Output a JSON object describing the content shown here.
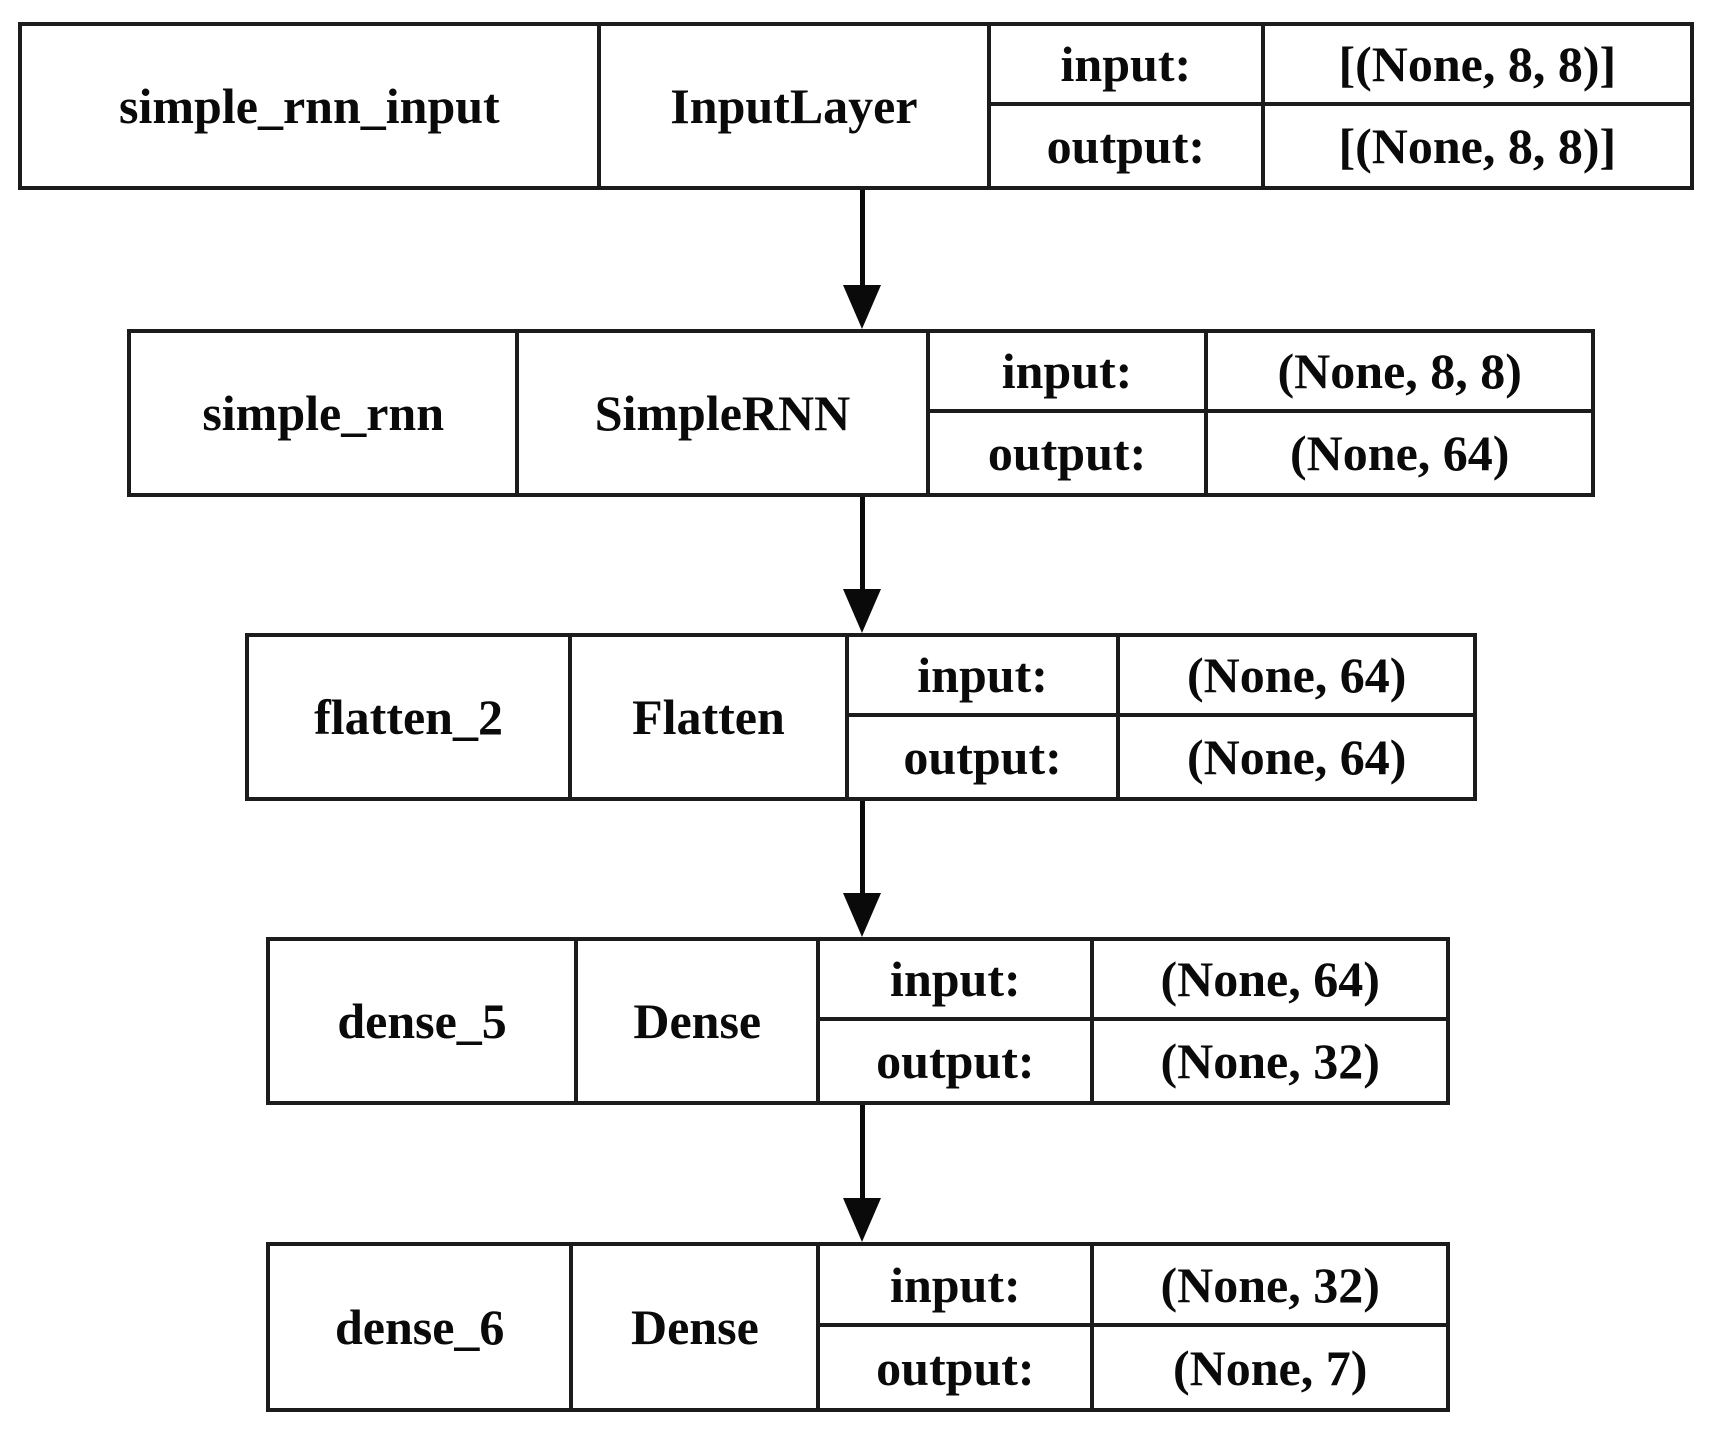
{
  "diagram": {
    "kind": "keras-model-plot",
    "colors": {
      "border": "#1c1c1c",
      "background": "#ffffff",
      "text": "#0a0a0a",
      "arrow": "#0a0a0a"
    },
    "layers": [
      {
        "name": "simple_rnn_input",
        "type": "InputLayer",
        "input_label": "input:",
        "output_label": "output:",
        "input_shape": "[(None, 8, 8)]",
        "output_shape": "[(None, 8, 8)]"
      },
      {
        "name": "simple_rnn",
        "type": "SimpleRNN",
        "input_label": "input:",
        "output_label": "output:",
        "input_shape": "(None, 8, 8)",
        "output_shape": "(None, 64)"
      },
      {
        "name": "flatten_2",
        "type": "Flatten",
        "input_label": "input:",
        "output_label": "output:",
        "input_shape": "(None, 64)",
        "output_shape": "(None, 64)"
      },
      {
        "name": "dense_5",
        "type": "Dense",
        "input_label": "input:",
        "output_label": "output:",
        "input_shape": "(None, 64)",
        "output_shape": "(None, 32)"
      },
      {
        "name": "dense_6",
        "type": "Dense",
        "input_label": "input:",
        "output_label": "output:",
        "input_shape": "(None, 32)",
        "output_shape": "(None, 7)"
      }
    ]
  }
}
